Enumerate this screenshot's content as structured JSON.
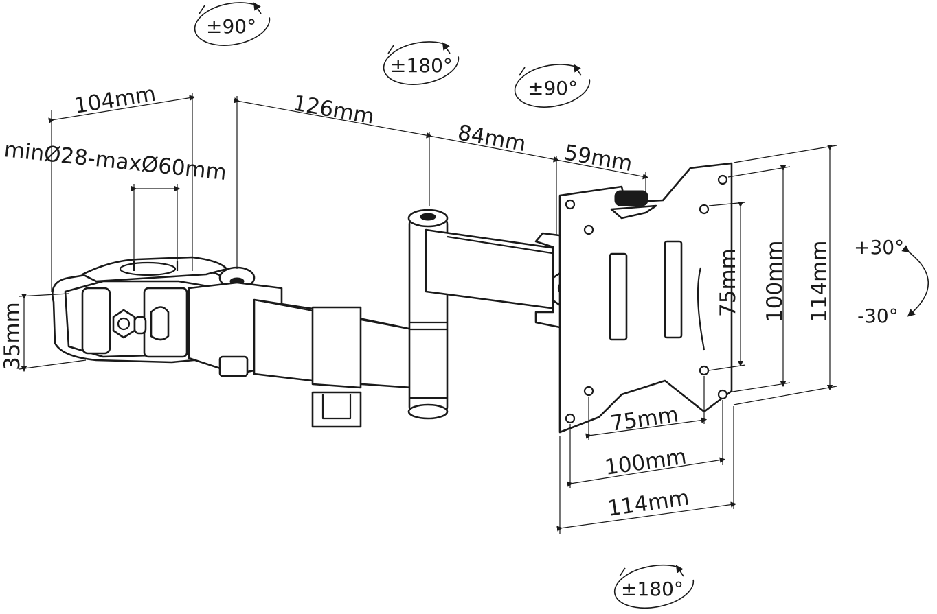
{
  "rotations": {
    "clamp_swivel": "±90°",
    "arm_swivel": "±180°",
    "head_swivel": "±90°",
    "bottom_rotation": "±180°",
    "tilt_up": "+30°",
    "tilt_down": "-30°"
  },
  "dimensions": {
    "clamp_width": "104mm",
    "clamp_range": "minØ28-maxØ60mm",
    "clamp_height": "35mm",
    "arm_1": "126mm",
    "arm_2": "84mm",
    "head": "59mm",
    "vesa_75_vertical": "75mm",
    "vesa_100_vertical": "100mm",
    "plate_height": "114mm",
    "vesa_75_horizontal": "75mm",
    "vesa_100_horizontal": "100mm",
    "plate_width": "114mm"
  }
}
